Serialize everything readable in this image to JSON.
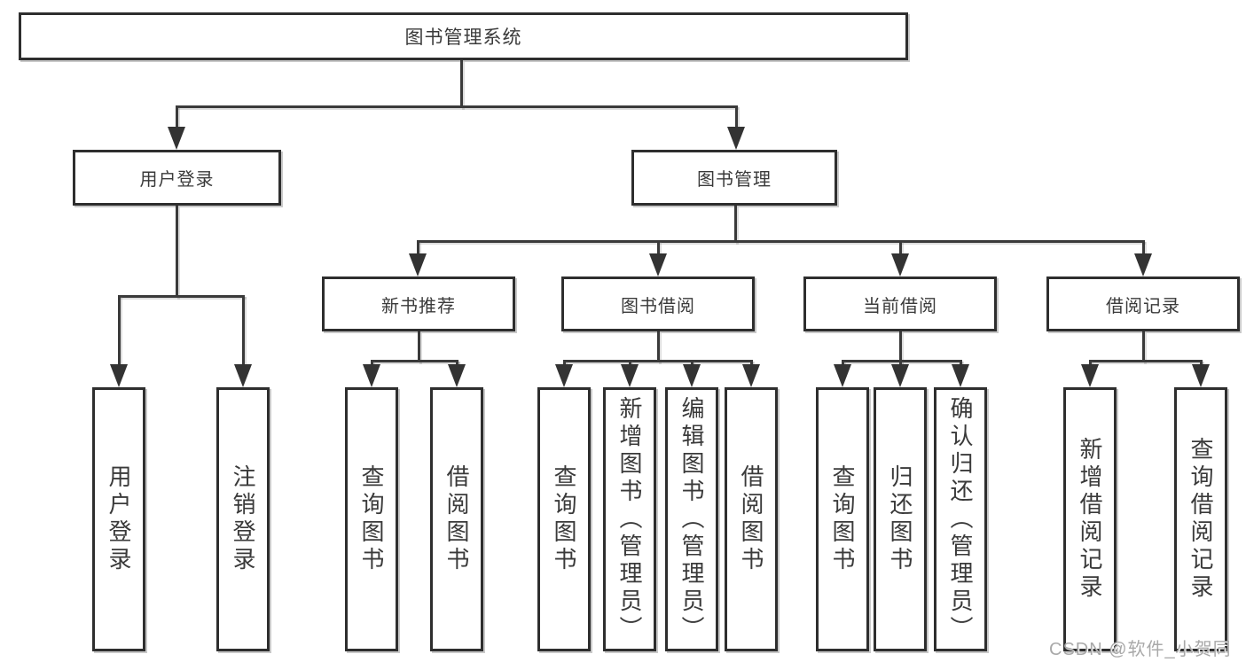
{
  "tree": {
    "root": "图书管理系统",
    "branches": [
      {
        "label": "用户登录",
        "children": [
          "用户登录",
          "注销登录"
        ]
      },
      {
        "label": "图书管理",
        "children": [
          {
            "label": "新书推荐",
            "children": [
              "查询图书",
              "借阅图书"
            ]
          },
          {
            "label": "图书借阅",
            "children": [
              "查询图书",
              "新增图书（管理员）",
              "编辑图书（管理员）",
              "借阅图书"
            ]
          },
          {
            "label": "当前借阅",
            "children": [
              "查询图书",
              "归还图书",
              "确认归还（管理员）"
            ]
          },
          {
            "label": "借阅记录",
            "children": [
              "新增借阅记录",
              "查询借阅记录"
            ]
          }
        ]
      }
    ]
  },
  "watermark": "CSDN @软件_小贺同学",
  "colors": {
    "line": "#333333",
    "border": "#2e2e2e",
    "text": "#3a3a3a",
    "box_bg": "#ffffff",
    "watermark": "#a9a9a9"
  }
}
